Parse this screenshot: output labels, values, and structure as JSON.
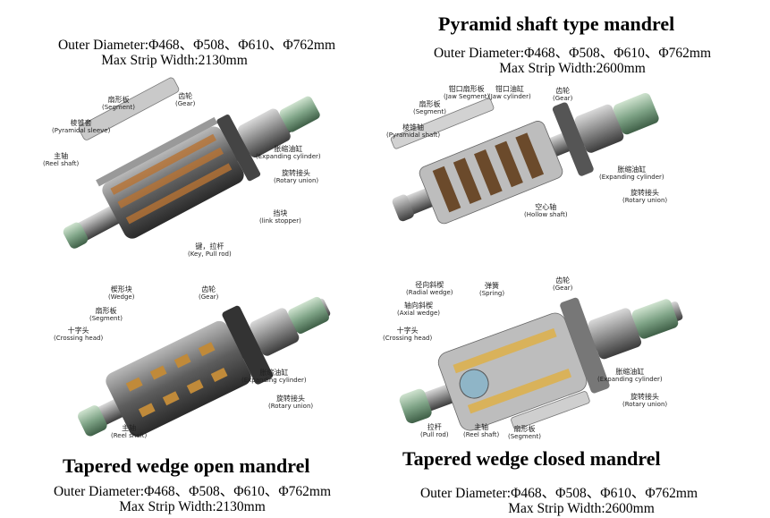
{
  "panels": [
    {
      "title": "",
      "outer_diameter": "Outer Diameter:Φ468、Φ508、Φ610、Φ762mm",
      "strip_width": "Max Strip Width:2130mm",
      "labels": [
        {
          "zh": "扇形板",
          "en": "(Segment)"
        },
        {
          "zh": "齿轮",
          "en": "(Gear)"
        },
        {
          "zh": "棱锥套",
          "en": "(Pyramidal sleeve)"
        },
        {
          "zh": "主轴",
          "en": "(Reel shaft)"
        },
        {
          "zh": "胀缩油缸",
          "en": "(Expanding cylinder)"
        },
        {
          "zh": "旋转接头",
          "en": "(Rotary union)"
        },
        {
          "zh": "挡块",
          "en": "(link stopper)"
        },
        {
          "zh": "键，拉杆",
          "en": "(Key, Pull rod)"
        }
      ]
    },
    {
      "title": "Pyramid shaft type mandrel",
      "outer_diameter": "Outer Diameter:Φ468、Φ508、Φ610、Φ762mm",
      "strip_width": "Max Strip Width:2600mm",
      "labels": [
        {
          "zh": "钳口扇形板",
          "en": "(Jaw Segment)"
        },
        {
          "zh": "钳口油缸",
          "en": "(Jaw cylinder)"
        },
        {
          "zh": "齿轮",
          "en": "(Gear)"
        },
        {
          "zh": "扇形板",
          "en": "(Segment)"
        },
        {
          "zh": "棱锥轴",
          "en": "(Pyramidal shaft)"
        },
        {
          "zh": "胀缩油缸",
          "en": "(Expanding cylinder)"
        },
        {
          "zh": "旋转接头",
          "en": "(Rotary union)"
        },
        {
          "zh": "空心轴",
          "en": "(Hollow shaft)"
        }
      ]
    },
    {
      "title": "Tapered wedge open mandrel",
      "outer_diameter": "Outer Diameter:Φ468、Φ508、Φ610、Φ762mm",
      "strip_width": "Max Strip Width:2130mm",
      "labels": [
        {
          "zh": "楔形块",
          "en": "(Wedge)"
        },
        {
          "zh": "齿轮",
          "en": "(Gear)"
        },
        {
          "zh": "扇形板",
          "en": "(Segment)"
        },
        {
          "zh": "十字头",
          "en": "(Crossing head)"
        },
        {
          "zh": "胀缩油缸",
          "en": "(Expanding cylinder)"
        },
        {
          "zh": "旋转接头",
          "en": "(Rotary union)"
        },
        {
          "zh": "主轴",
          "en": "(Reel shaft)"
        }
      ]
    },
    {
      "title": "Tapered wedge closed mandrel",
      "outer_diameter": "Outer Diameter:Φ468、Φ508、Φ610、Φ762mm",
      "strip_width": "Max Strip Width:2600mm",
      "labels": [
        {
          "zh": "径向斜楔",
          "en": "(Radial wedge)"
        },
        {
          "zh": "弹簧",
          "en": "(Spring)"
        },
        {
          "zh": "齿轮",
          "en": "(Gear)"
        },
        {
          "zh": "轴向斜楔",
          "en": "(Axial wedge)"
        },
        {
          "zh": "十字头",
          "en": "(Crossing head)"
        },
        {
          "zh": "胀缩油缸",
          "en": "(Expanding cylinder)"
        },
        {
          "zh": "旋转接头",
          "en": "(Rotary union)"
        },
        {
          "zh": "拉杆",
          "en": "(Pull rod)"
        },
        {
          "zh": "主轴",
          "en": "(Reel shaft)"
        },
        {
          "zh": "扇形板",
          "en": "(Segment)"
        }
      ]
    }
  ]
}
